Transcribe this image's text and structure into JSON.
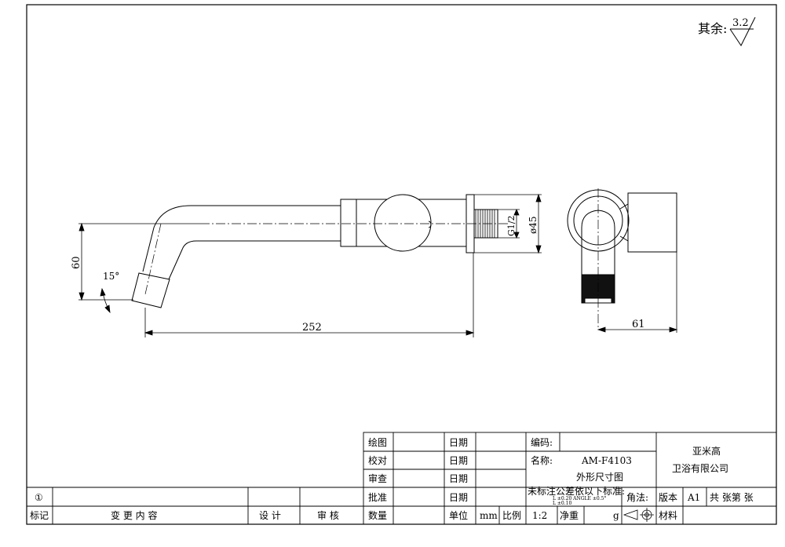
{
  "surface_finish": {
    "prefix": "其余:",
    "value": "3.2"
  },
  "dimensions": {
    "height": "60",
    "angle": "15°",
    "length": "252",
    "thread": "G1/2",
    "diameter": "ø45",
    "depth": "61"
  },
  "title_block": {
    "drawn": "绘图",
    "checked": "校对",
    "reviewed": "审查",
    "approved": "批准",
    "quantity": "数量",
    "date": "日期",
    "unit_label": "单位",
    "unit_value": "mm",
    "scale_label": "比例",
    "scale_value": "1:2",
    "net_weight": "净重",
    "weight_unit": "g",
    "material": "材料",
    "code_label": "编码:",
    "name_label": "名称:",
    "model": "AM-F4103",
    "drawing_name": "外形尺寸图",
    "company_line1": "亚米高",
    "company_line2": "卫浴有限公司",
    "tolerance_title": "未标注公差依以下标准:",
    "tolerance_line1": "L    ±0.20  ANGLE  ±0.5°",
    "tolerance_line2": "L    ±0.10",
    "projection": "角法:",
    "version_label": "版本",
    "version_value": "A1",
    "sheets": "共  张第  张",
    "rev_mark": "①",
    "mark": "标记",
    "change_content": "变 更 内 容",
    "design": "设 计",
    "review": "审 核"
  }
}
